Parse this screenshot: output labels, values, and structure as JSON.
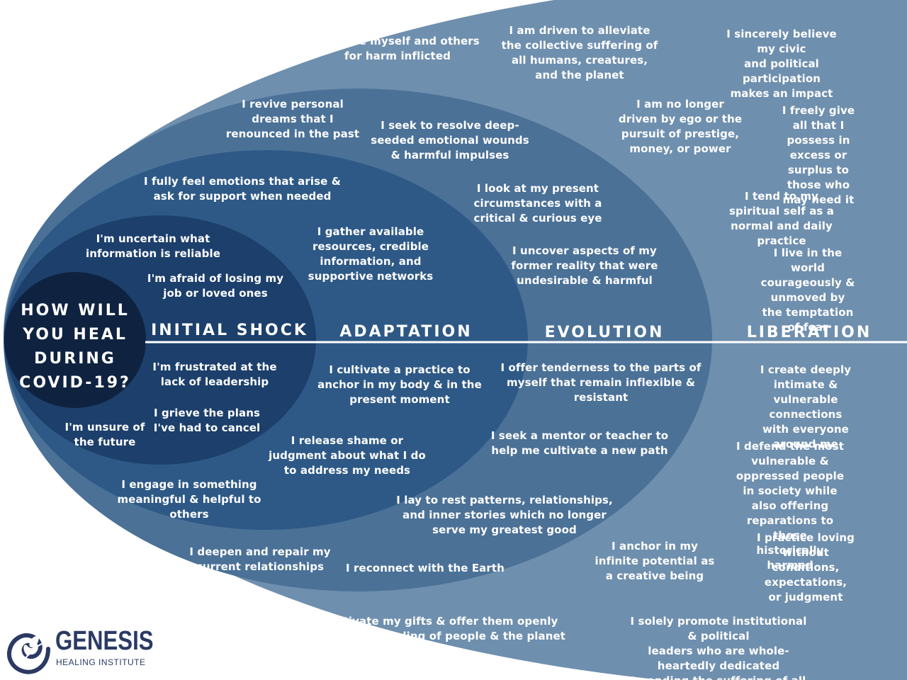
{
  "center_question": "HOW WILL\nYOU HEAL\nDURING\nCOVID-19?",
  "stages": [
    {
      "title": "INITIAL SHOCK",
      "items": [
        "I'm uncertain what\ninformation is reliable",
        "I'm afraid of losing my\njob or loved ones",
        "I'm frustrated at the\nlack of leadership",
        "I grieve the plans\nI've had to cancel",
        "I'm unsure of\nthe future"
      ]
    },
    {
      "title": "ADAPTATION",
      "items": [
        "I fully feel emotions that arise &\nask for support when needed",
        "I gather available\nresources, credible\ninformation, and\nsupportive networks",
        "I cultivate a practice to\nanchor in my body & in the\npresent moment",
        "I release shame or\njudgment about what I do\nto address my needs",
        "I engage in something\nmeaningful & helpful to\nothers",
        "I deepen and repair my\ncurrent relationships"
      ]
    },
    {
      "title": "EVOLUTION",
      "items": [
        "I revive personal\ndreams that I\nrenounced in the past",
        "I seek to resolve deep-\nseeded emotional wounds\n& harmful impulses",
        "I look at my present\ncircumstances with a\ncritical & curious eye",
        "I uncover aspects of my\nformer reality that were\nundesirable & harmful",
        "I offer tenderness to the parts of\nmyself that remain inflexible &\nresistant",
        "I seek a mentor or teacher to\nhelp me cultivate a new path",
        "I lay to rest patterns, relationships,\nand inner stories which no longer\nserve my greatest good",
        "I reconnect with the Earth"
      ]
    },
    {
      "title": "LIBERATION",
      "items": [
        "I forgive myself and others\nfor harm inflicted",
        "I am driven to alleviate\nthe collective suffering of\nall humans, creatures,\nand the planet",
        "I sincerely believe my civic\nand political participation\nmakes an impact",
        "I am no longer\ndriven by ego or the\npursuit of prestige,\nmoney, or power",
        "I freely give all that I\npossess in excess or\nsurplus to those who\nmay need it",
        "I tend to my spiritual self as a\nnormal and daily practice",
        "I live in the world\ncourageously & unmoved by\nthe temptation of fear",
        "I create deeply intimate &\nvulnerable connections\nwith everyone around me",
        "I defend the most vulnerable &\noppressed people in society while\nalso offering reparations to those\nhistorically harmed",
        "I anchor in my\ninfinite potential as\na creative being",
        "I practice loving without\nconditions, expectations,\nor judgment",
        "I cultivate my gifts & offer them openly\ntoward the healing of people & the planet",
        "I solely promote institutional & political\nleaders who are whole-heartedly dedicated\nto ending the suffering of all people"
      ]
    }
  ],
  "logo": {
    "name": "GENESIS",
    "subtitle": "HEALING INSTITUTE",
    "icon": "nautilus-leaf-icon"
  },
  "colors": {
    "liberation": "#6f8fae",
    "evolution": "#4b7197",
    "adaptation": "#2e5986",
    "initial_shock": "#1c3f6b",
    "center": "#0f2340",
    "text": "#ffffff",
    "logo": "#2b3a64"
  }
}
